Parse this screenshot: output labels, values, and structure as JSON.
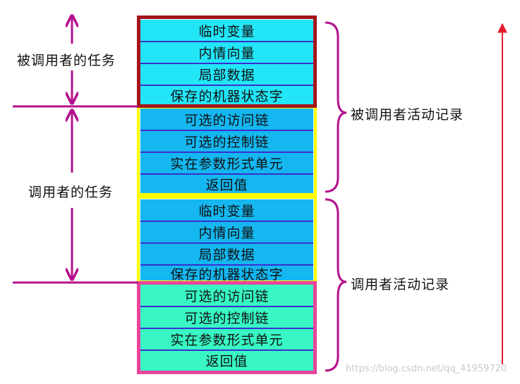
{
  "stack": {
    "callee_frame_cells": [
      "临时变量",
      "内情向量",
      "局部数据",
      "保存的机器状态字"
    ],
    "callee_params_cells": [
      "可选的访问链",
      "可选的控制链",
      "实在参数形式单元",
      "返回值"
    ],
    "caller_frame_cells": [
      "临时变量",
      "内情向量",
      "局部数据",
      "保存的机器状态字"
    ],
    "caller_params_cells": [
      "可选的访问链",
      "可选的控制链",
      "实在参数形式单元",
      "返回值"
    ]
  },
  "left_labels": {
    "callee_task": "被调用者的任务",
    "caller_task": "调用者的任务"
  },
  "right_labels": {
    "callee_record": "被调用者活动记录",
    "caller_record": "调用者活动记录"
  },
  "watermark": "https://blog.csdn.net/qq_41959720",
  "colors": {
    "cyan": "#22e6f8",
    "blue": "#14b7f0",
    "teal": "#38f7c4",
    "cell_divider": "#3a2fd0",
    "frame_darkred": "#a3151a",
    "frame_yellow": "#ffff00",
    "frame_pink": "#e8449a",
    "magenta": "#b4118e",
    "red_arrow": "#e41c2c"
  }
}
